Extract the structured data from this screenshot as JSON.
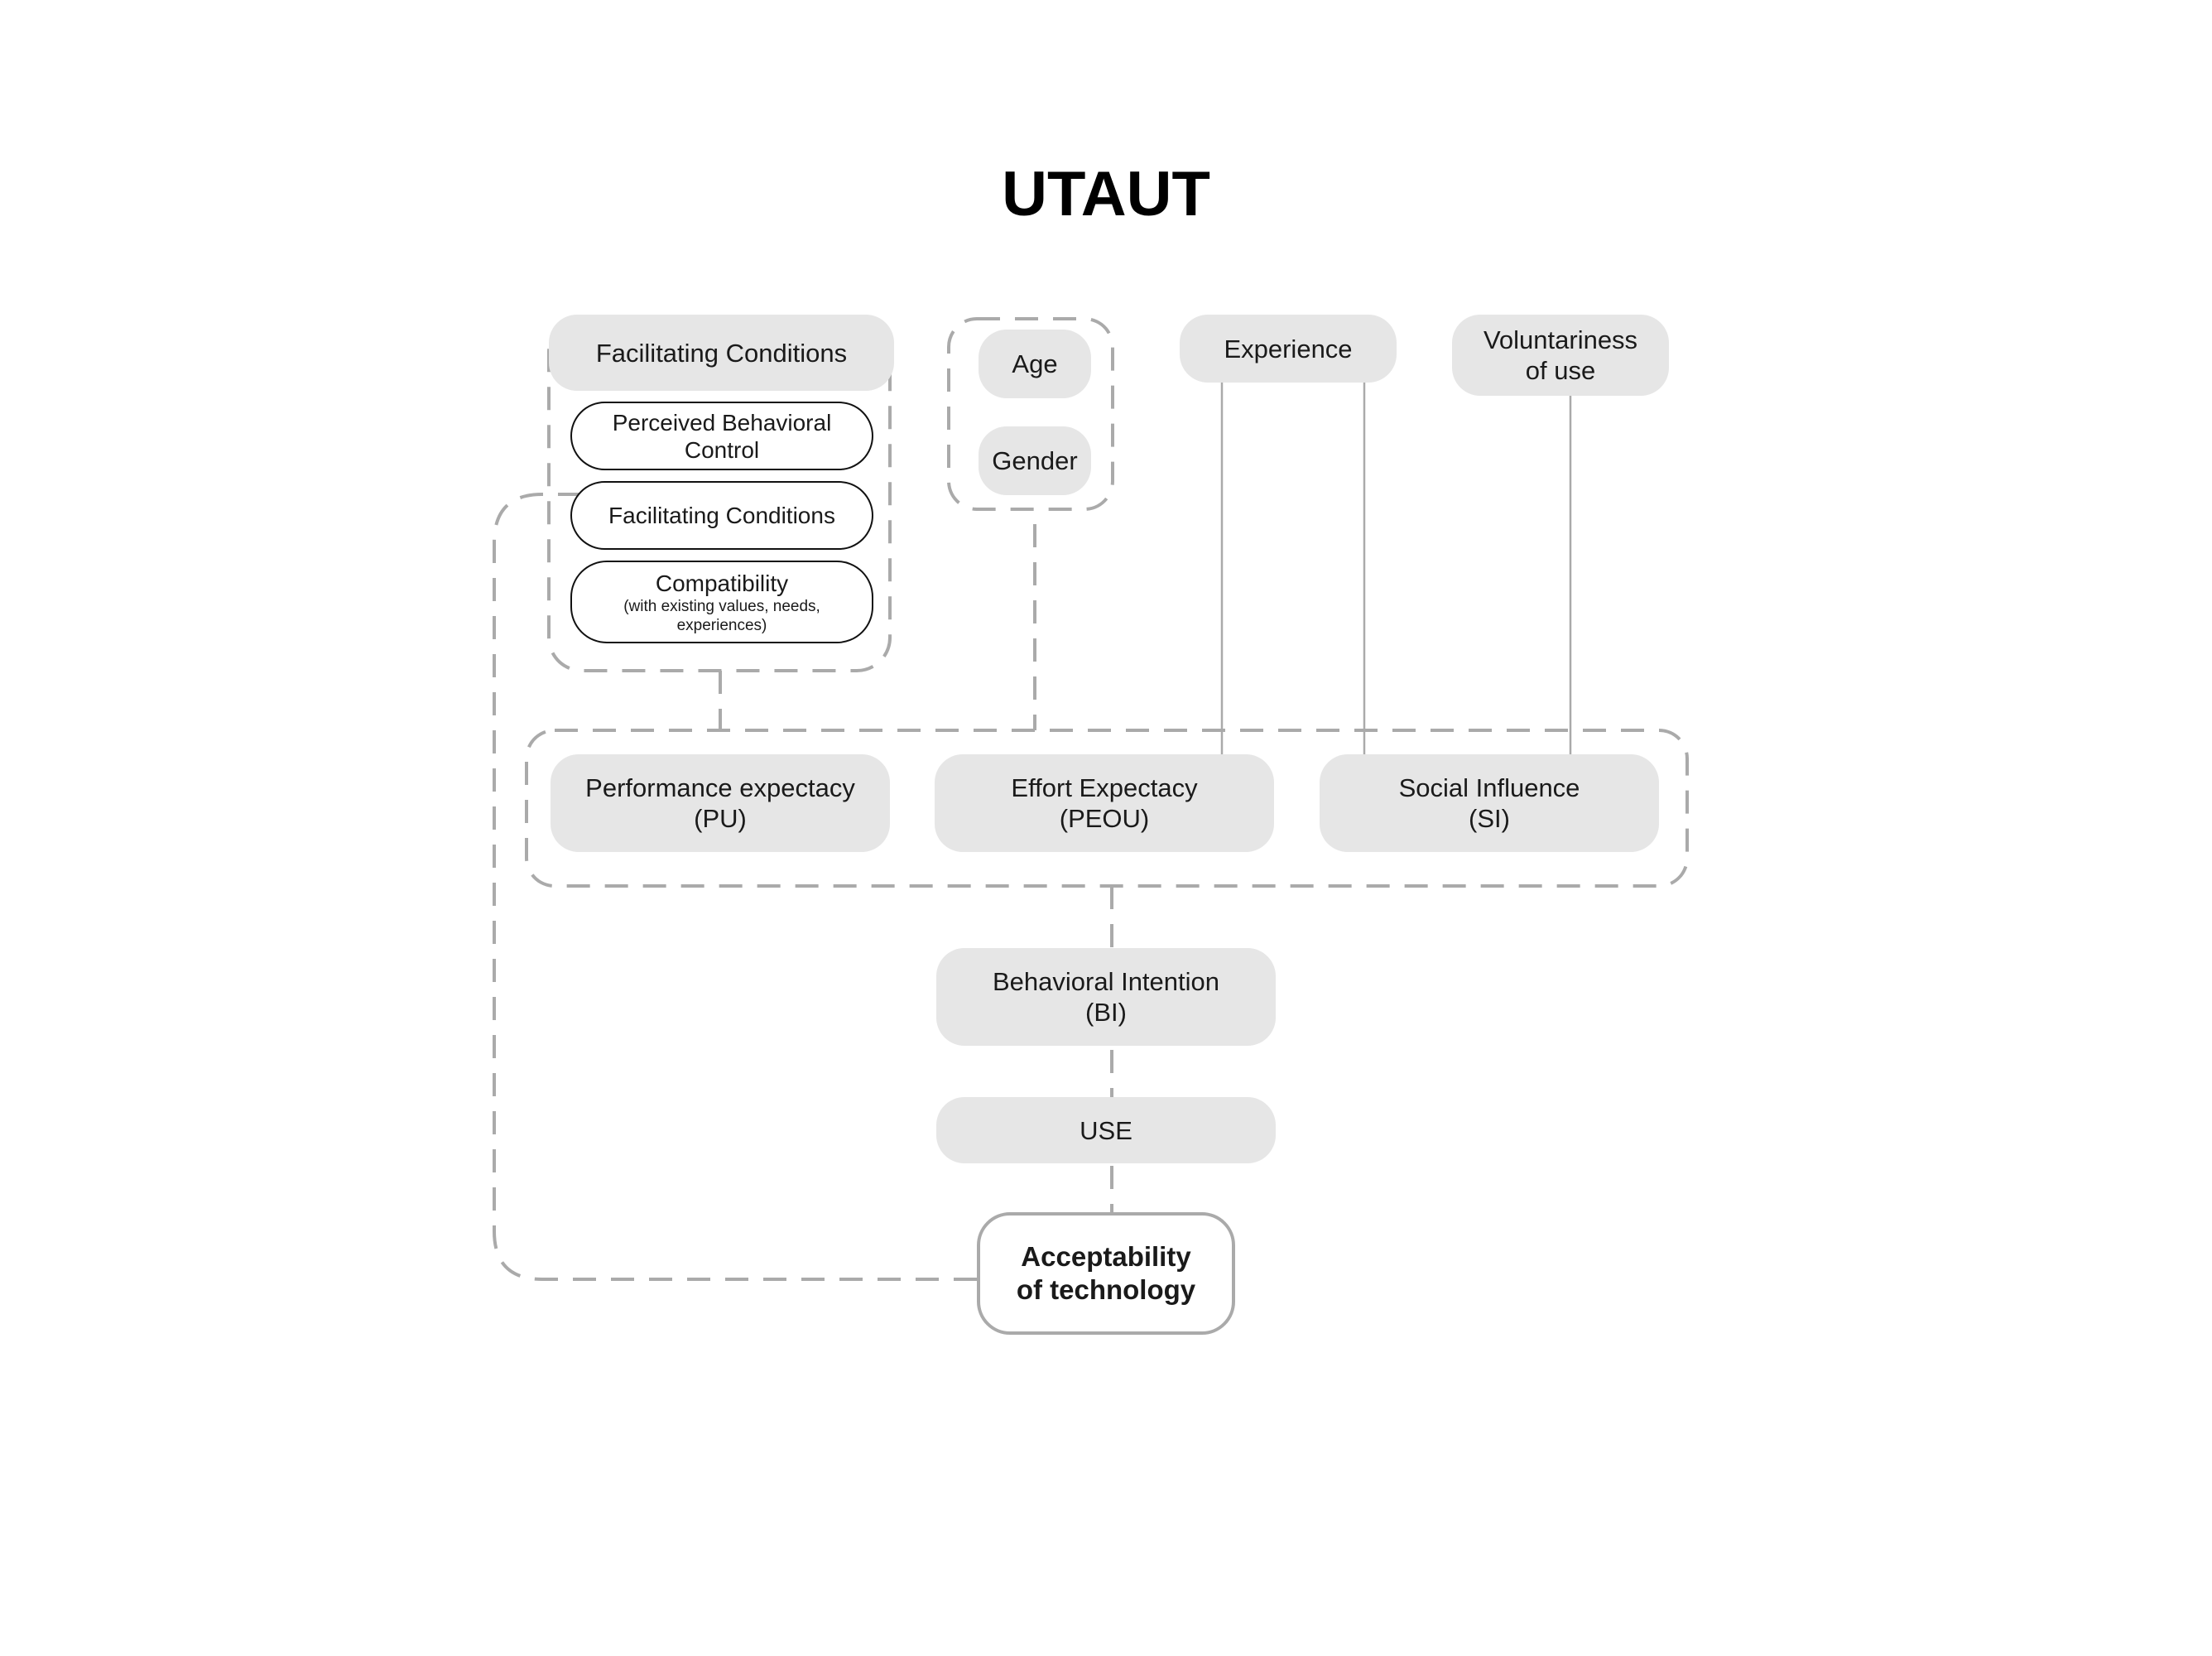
{
  "title": "UTAUT",
  "nodes": {
    "facilitating_conditions_header": "Facilitating Conditions",
    "perceived_behavioral_control": [
      "Perceived Behavioral",
      "Control"
    ],
    "facilitating_conditions_item": "Facilitating Conditions",
    "compatibility": "Compatibility",
    "compatibility_note": [
      "(with existing values, needs,",
      "experiences)"
    ],
    "age": "Age",
    "gender": "Gender",
    "experience": "Experience",
    "voluntariness": [
      "Voluntariness",
      "of use"
    ],
    "performance_expectancy": [
      "Performance expectacy",
      "(PU)"
    ],
    "effort_expectancy": [
      "Effort Expectacy",
      "(PEOU)"
    ],
    "social_influence": [
      "Social Influence",
      "(SI)"
    ],
    "behavioral_intention": [
      "Behavioral Intention",
      "(BI)"
    ],
    "use": "USE",
    "acceptability": [
      "Acceptability",
      "of technology"
    ]
  },
  "colors": {
    "node_fill": "#e6e6e6",
    "connector": "#aaaaaa",
    "outline": "#111111",
    "final_border": "#aaaaaa"
  }
}
